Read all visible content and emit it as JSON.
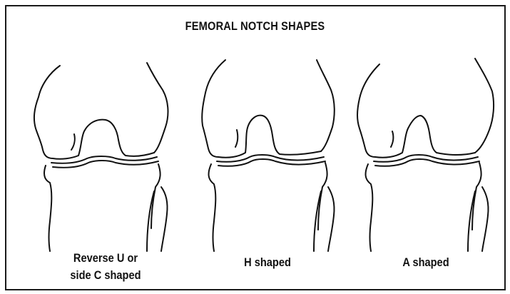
{
  "title": "FEMORAL NOTCH SHAPES",
  "panels": [
    {
      "label_lines": [
        "Reverse U or",
        "side C shaped"
      ],
      "notch": "reverse-u"
    },
    {
      "label_lines": [
        "H shaped"
      ],
      "notch": "h"
    },
    {
      "label_lines": [
        "A shaped"
      ],
      "notch": "a"
    }
  ],
  "colors": {
    "line": "#111111",
    "frame": "#1a1a1a",
    "background": "#ffffff"
  }
}
